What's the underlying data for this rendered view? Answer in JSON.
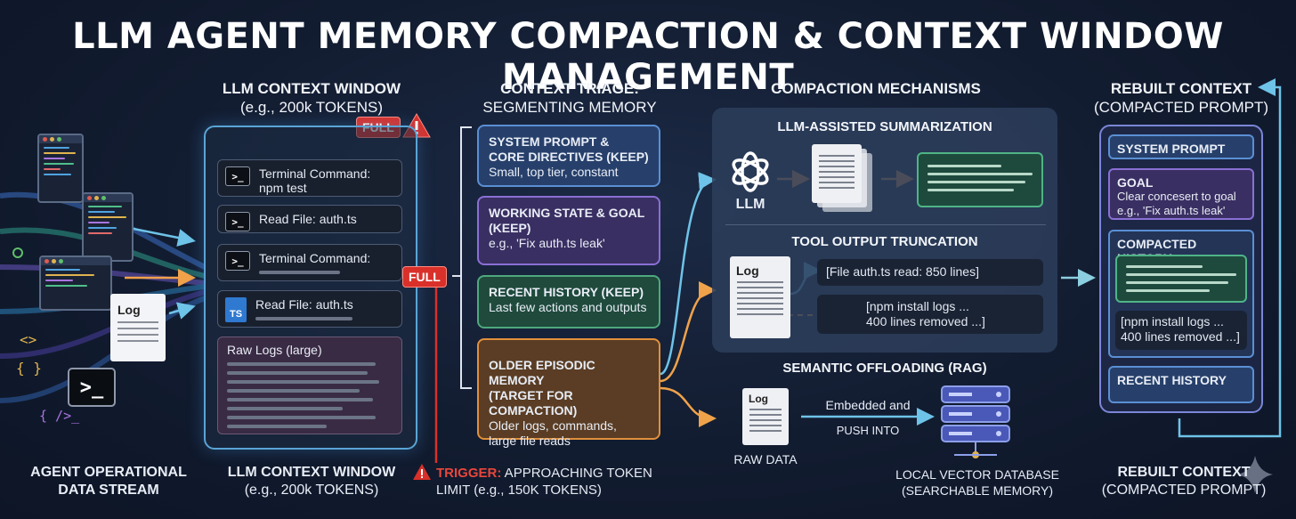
{
  "title": "LLM AGENT MEMORY COMPACTION & CONTEXT WINDOW MANAGEMENT",
  "stream": {
    "footer_line1": "AGENT OPERATIONAL",
    "footer_line2": "DATA STREAM",
    "log_label": "Log",
    "code_glyph_1": "<>",
    "code_glyph_2": "{ }",
    "code_glyph_3": "{ />_",
    "terminal_glyph": ">_"
  },
  "context_window": {
    "heading": "LLM CONTEXT WINDOW",
    "subheading": "(e.g., 200k TOKENS)",
    "full_badge": "FULL",
    "full_badge_side": "FULL",
    "items": [
      {
        "icon": ">_",
        "text": "Terminal Command:\nnpm test"
      },
      {
        "icon": ">_",
        "text": "Read File: auth.ts"
      },
      {
        "icon": ">_",
        "text": "Terminal Command:"
      },
      {
        "icon": "TS",
        "text": "Read File: auth.ts"
      }
    ],
    "raw_logs": "Raw Logs (large)",
    "footer_line1": "LLM CONTEXT WINDOW",
    "footer_line2": "(e.g., 200k TOKENS)",
    "trigger_label": "TRIGGER:",
    "trigger_text": " APPROACHING TOKEN",
    "trigger_text2": "LIMIT (e.g., 150K TOKENS)"
  },
  "triage": {
    "heading": "CONTEXT TRIAGE:",
    "subheading": "SEGMENTING MEMORY",
    "boxes": [
      {
        "title": "SYSTEM PROMPT &\nCORE DIRECTIVES (KEEP)",
        "desc": "Small, top tier, constant"
      },
      {
        "title": "WORKING STATE & GOAL\n(KEEP)",
        "desc": "e.g., 'Fix auth.ts leak'"
      },
      {
        "title": "RECENT HISTORY (KEEP)",
        "desc": "Last few actions and outputs"
      },
      {
        "title": "OLDER EPISODIC MEMORY\n(TARGET FOR COMPACTION)",
        "desc": "Older logs, commands,\nlarge file reads"
      }
    ]
  },
  "compaction": {
    "heading": "COMPACTION MECHANISMS",
    "summarization": "LLM-ASSISTED SUMMARIZATION",
    "llm_label": "LLM",
    "truncation": "TOOL OUTPUT TRUNCATION",
    "log_label": "Log",
    "trunc_line1": "[File auth.ts read: 850 lines]",
    "trunc_line2": "[npm install logs ...\n400 lines removed ...]",
    "rag": "SEMANTIC OFFLOADING (RAG)",
    "raw_log_label": "Log",
    "raw_data": "RAW DATA",
    "embedded": "Embedded and",
    "push": "PUSH INTO",
    "db_line1": "LOCAL VECTOR DATABASE",
    "db_line2": "(SEARCHABLE MEMORY)"
  },
  "rebuilt": {
    "heading": "REBUILT CONTEXT",
    "subheading": "(COMPACTED PROMPT)",
    "system_prompt": "SYSTEM PROMPT",
    "goal_title": "GOAL",
    "goal_desc": "Clear concesert to goal\ne.g., 'Fix auth.ts leak'",
    "compacted_history": "COMPACTED HISTORY",
    "compacted_note": "[npm install logs ...\n400 lines removed ...]",
    "recent_history": "RECENT HISTORY",
    "footer_line1": "REBUILT CONTEXT",
    "footer_line2": "(COMPACTED PROMPT)"
  },
  "colors": {
    "background": "#121c30",
    "accent_blue": "#5aa4d6",
    "keep_blue": "#5a8fd4",
    "keep_purple": "#8a6fd4",
    "keep_green": "#4fa87d",
    "target_orange": "#e0903c",
    "alert_red": "#d9302a"
  }
}
